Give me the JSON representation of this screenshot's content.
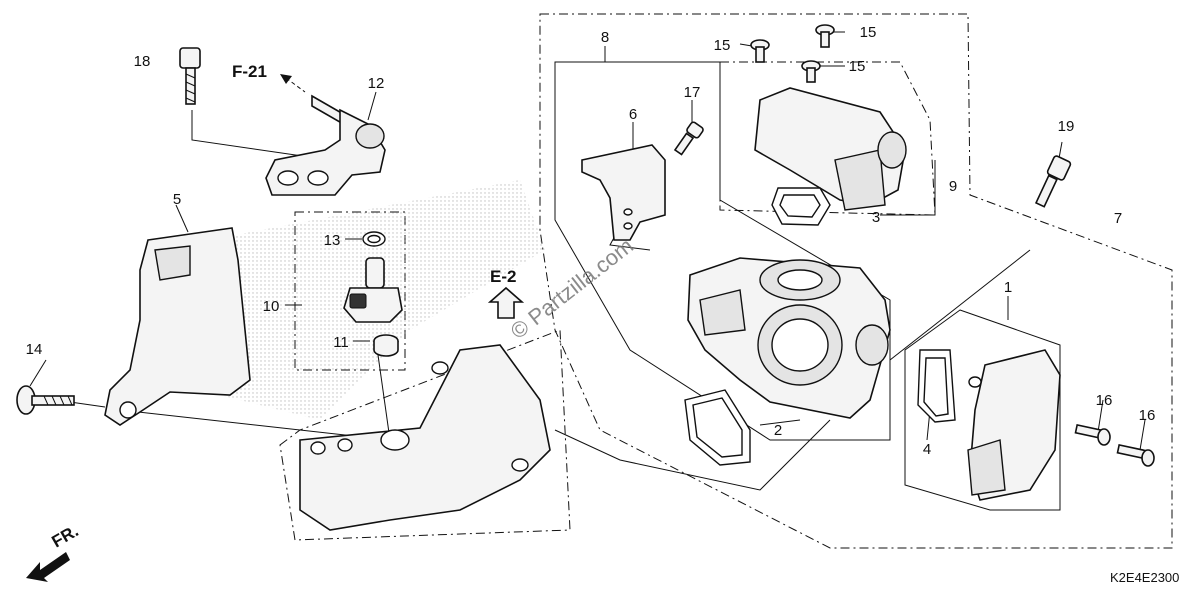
{
  "callouts": [
    "1",
    "2",
    "3",
    "4",
    "5",
    "6",
    "7",
    "8",
    "9",
    "10",
    "11",
    "12",
    "13",
    "14",
    "15",
    "15",
    "15",
    "16",
    "16",
    "17",
    "18",
    "19"
  ],
  "refs": {
    "f21": "F-21",
    "e2": "E-2",
    "front": "FR."
  },
  "watermark": "© Partzilla.com",
  "diagram_code": "K2E4E2300"
}
